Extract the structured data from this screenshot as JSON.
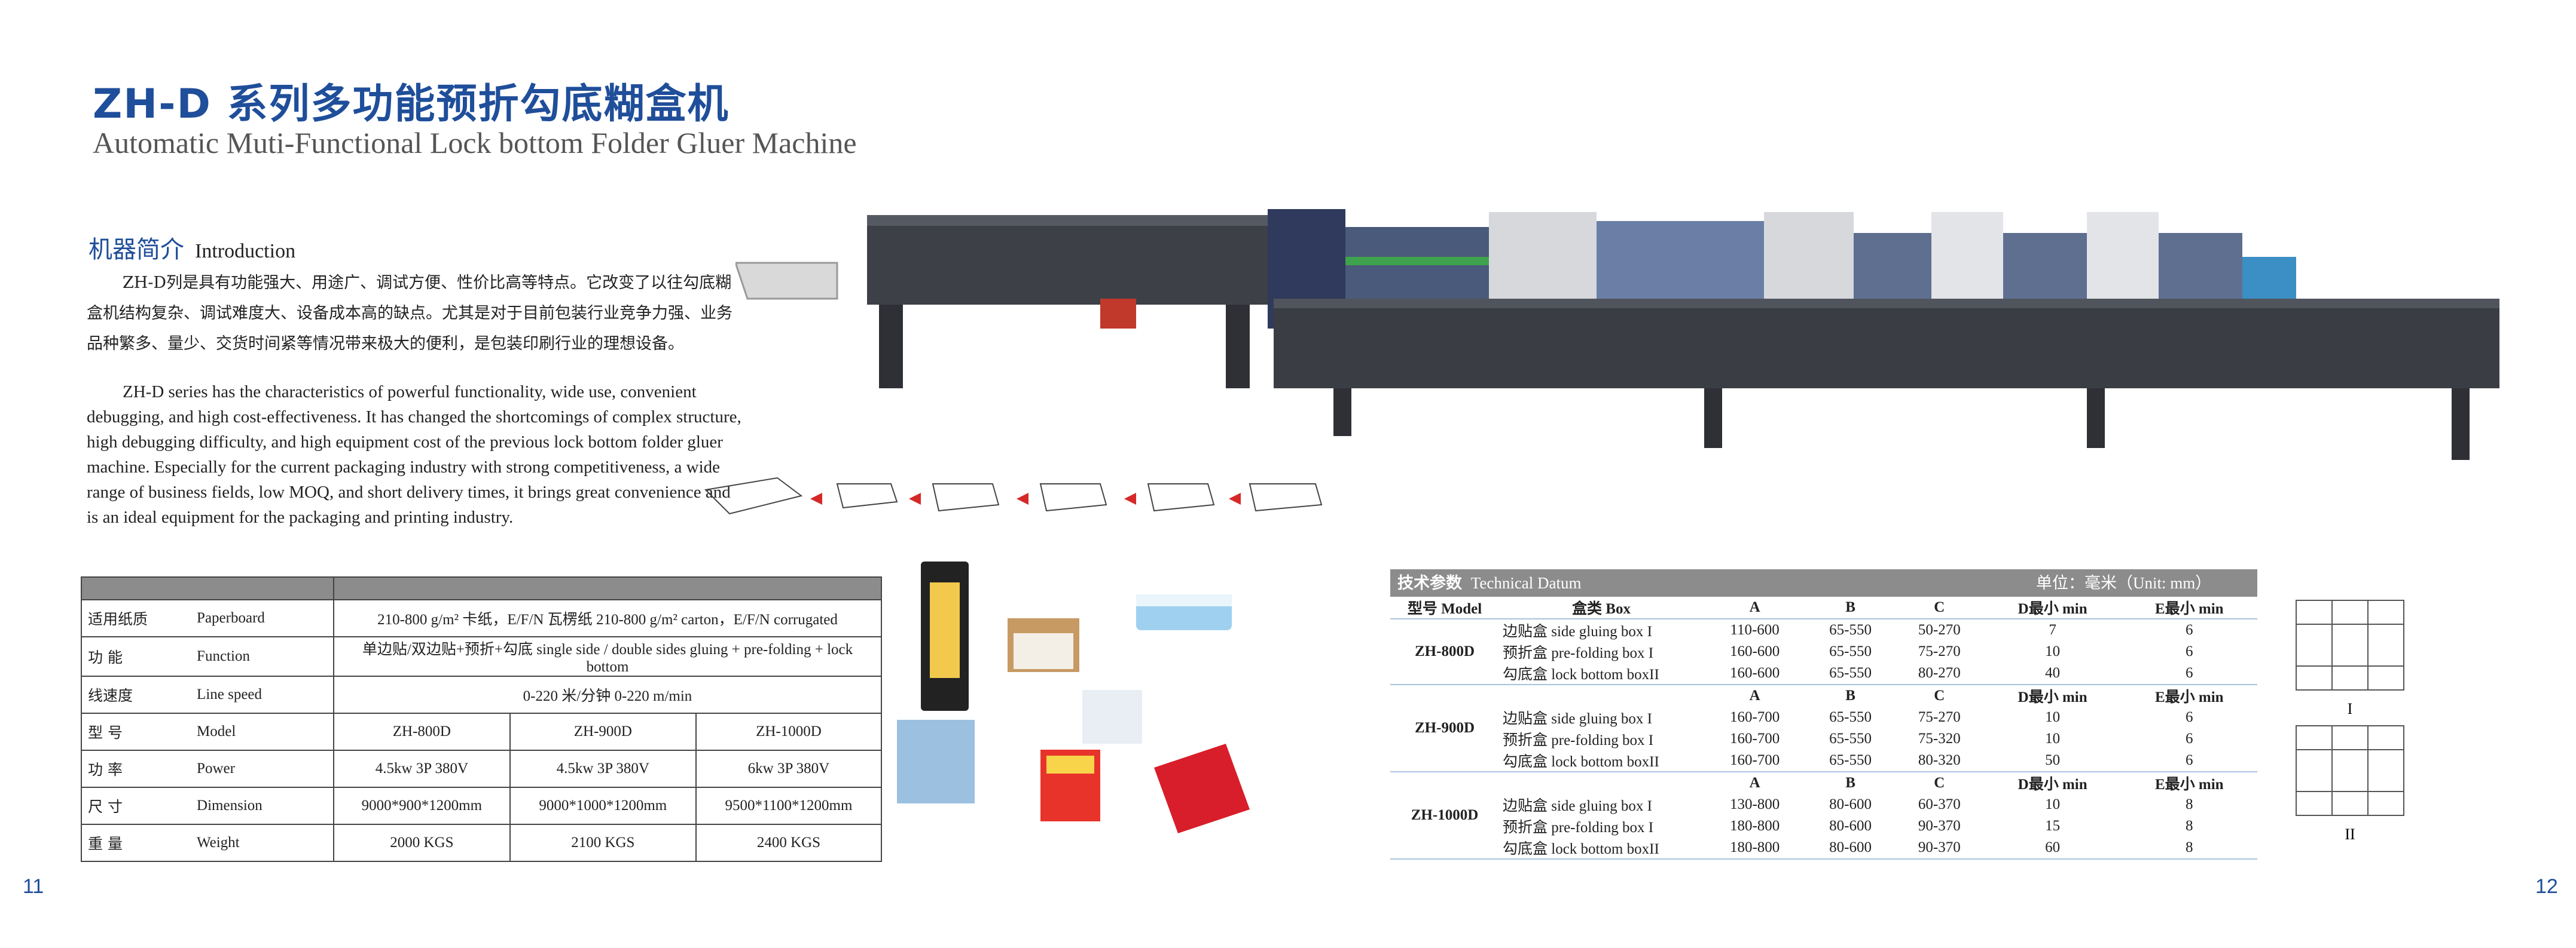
{
  "title": {
    "cn": "ZH-D 系列多功能预折勾底糊盒机",
    "en": "Automatic Muti-Functional Lock bottom Folder Gluer Machine"
  },
  "intro": {
    "heading_cn": "机器简介",
    "heading_en": "Introduction",
    "text_cn": "ZH-D列是具有功能强大、用途广、调试方便、性价比高等特点。它改变了以往勾底糊盒机结构复杂、调试难度大、设备成本高的缺点。尤其是对于目前包装行业竞争力强、业务品种繁多、量少、交货时间紧等情况带来极大的便利，是包装印刷行业的理想设备。",
    "text_en": "ZH-D series has the characteristics of powerful functionality, wide use, convenient debugging, and high cost-effectiveness. It has changed the shortcomings of complex structure, high debugging difficulty, and high equipment cost of the previous lock bottom folder gluer machine. Especially for the current packaging industry with strong competitiveness, a wide range of business fields, low MOQ, and short delivery times, it brings great convenience and is an ideal equipment for the packaging and printing industry."
  },
  "spec_table": {
    "rows": [
      {
        "cn": "适用纸质",
        "en": "Paperboard",
        "value": "210-800 g/m² 卡纸，E/F/N 瓦楞纸 210-800 g/m² carton，E/F/N corrugated"
      },
      {
        "cn": "功  能",
        "en": "Function",
        "value": "单边贴/双边贴+预折+勾底 single side / double sides gluing + pre-folding + lock bottom"
      },
      {
        "cn": "线速度",
        "en": "Line speed",
        "value": "0-220 米/分钟 0-220 m/min"
      }
    ],
    "model_rows": [
      {
        "cn": "型  号",
        "en": "Model",
        "values": [
          "ZH-800D",
          "ZH-900D",
          "ZH-1000D"
        ]
      },
      {
        "cn": "功  率",
        "en": "Power",
        "values": [
          "4.5kw 3P 380V",
          "4.5kw 3P 380V",
          "6kw 3P 380V"
        ]
      },
      {
        "cn": "尺  寸",
        "en": "Dimension",
        "values": [
          "9000*900*1200mm",
          "9000*1000*1200mm",
          "9500*1100*1200mm"
        ]
      },
      {
        "cn": "重  量",
        "en": "Weight",
        "values": [
          "2000 KGS",
          "2100 KGS",
          "2400 KGS"
        ]
      }
    ]
  },
  "tech": {
    "title_cn": "技术参数",
    "title_en": "Technical Datum",
    "unit": "单位：毫米（Unit: mm）",
    "header": [
      "型号 Model",
      "盒类 Box",
      "A",
      "B",
      "C",
      "D最小 min",
      "E最小 min"
    ],
    "sub_header": [
      "A",
      "B",
      "C",
      "D最小 min",
      "E最小 min"
    ],
    "groups": [
      {
        "model": "ZH-800D",
        "rows": [
          {
            "box": "边贴盒 side gluing box I",
            "a": "110-600",
            "b": "65-550",
            "c": "50-270",
            "d": "7",
            "e": "6"
          },
          {
            "box": "预折盒 pre-folding box I",
            "a": "160-600",
            "b": "65-550",
            "c": "75-270",
            "d": "10",
            "e": "6"
          },
          {
            "box": "勾底盒 lock bottom boxII",
            "a": "160-600",
            "b": "65-550",
            "c": "80-270",
            "d": "40",
            "e": "6"
          }
        ]
      },
      {
        "model": "ZH-900D",
        "rows": [
          {
            "box": "边贴盒 side gluing box I",
            "a": "160-700",
            "b": "65-550",
            "c": "75-270",
            "d": "10",
            "e": "6"
          },
          {
            "box": "预折盒 pre-folding box I",
            "a": "160-700",
            "b": "65-550",
            "c": "75-320",
            "d": "10",
            "e": "6"
          },
          {
            "box": "勾底盒 lock bottom boxII",
            "a": "160-700",
            "b": "65-550",
            "c": "80-320",
            "d": "50",
            "e": "6"
          }
        ]
      },
      {
        "model": "ZH-1000D",
        "rows": [
          {
            "box": "边贴盒 side gluing box I",
            "a": "130-800",
            "b": "80-600",
            "c": "60-370",
            "d": "10",
            "e": "8"
          },
          {
            "box": "预折盒 pre-folding box I",
            "a": "180-800",
            "b": "80-600",
            "c": "90-370",
            "d": "15",
            "e": "8"
          },
          {
            "box": "勾底盒 lock bottom boxII",
            "a": "180-800",
            "b": "80-600",
            "c": "90-370",
            "d": "60",
            "e": "8"
          }
        ]
      }
    ],
    "diagram_labels": [
      "I",
      "II"
    ]
  },
  "page_numbers": {
    "left": "11",
    "right": "12"
  }
}
